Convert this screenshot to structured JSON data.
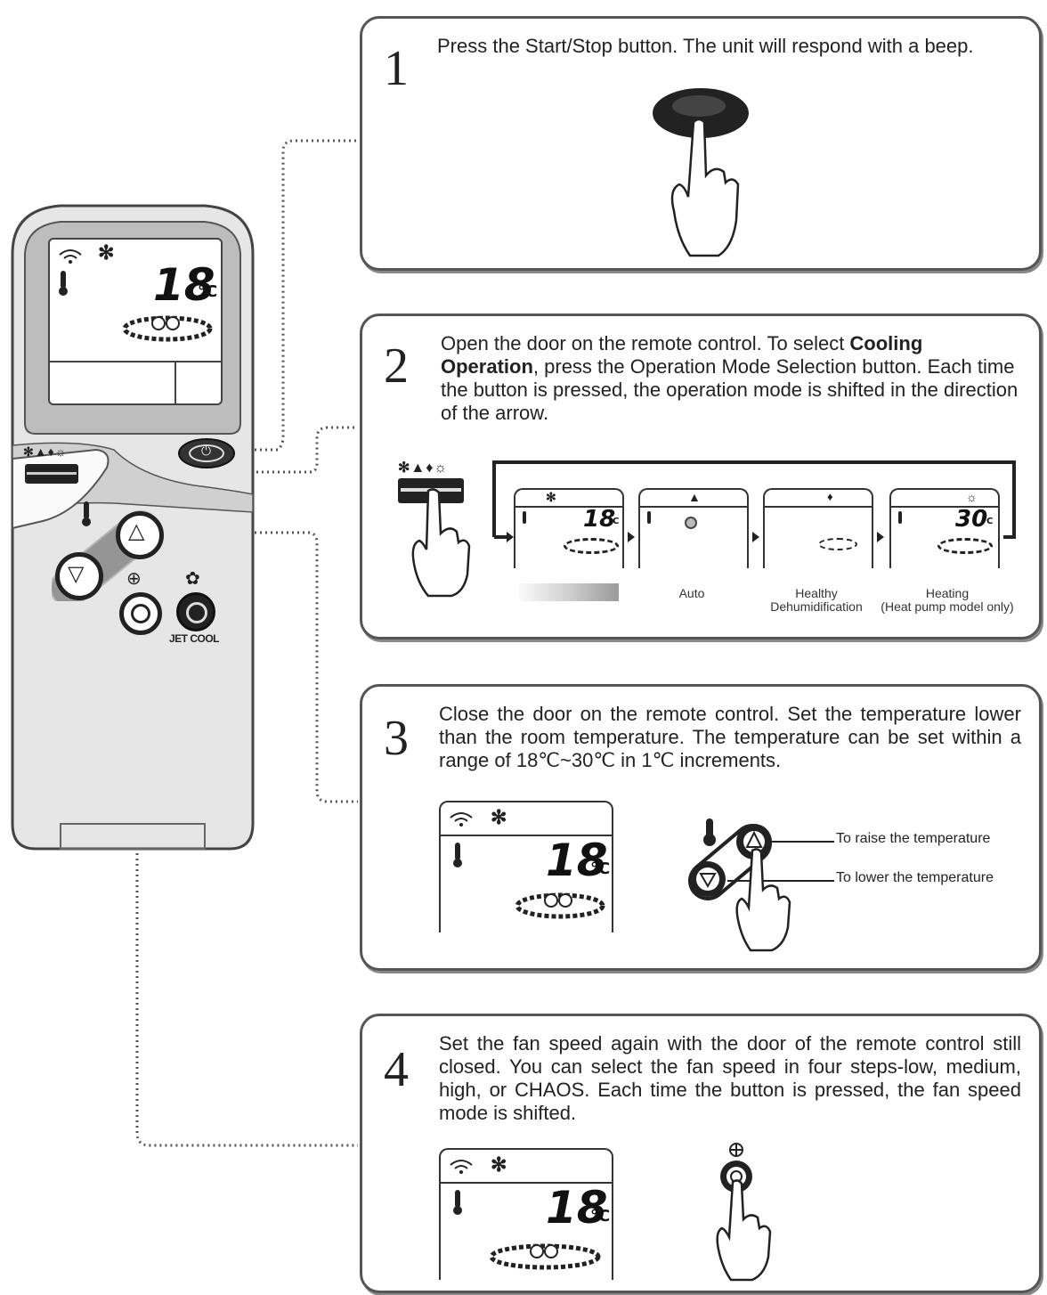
{
  "remote": {
    "display_temp": "18",
    "display_unit": "°C",
    "jet_cool_label": "JET COOL"
  },
  "step1": {
    "number": "1",
    "text": "Press the Start/Stop button. The unit will respond with a beep."
  },
  "step2": {
    "number": "2",
    "text_pre": "Open the door on the remote control. To select ",
    "text_bold1": "Cooling",
    "text_bold2": "Operation",
    "text_post": ", press the Operation Mode Selection button. Each time the button is pressed, the operation mode is shifted in the direction of the arrow.",
    "modes": [
      {
        "temp": "18",
        "unit": "°C",
        "caption": ""
      },
      {
        "temp": "",
        "unit": "",
        "caption": "Auto"
      },
      {
        "temp": "",
        "unit": "",
        "caption_line1": "Healthy",
        "caption_line2": "Dehumidification"
      },
      {
        "temp": "30",
        "unit": "°C",
        "caption_line1": "Heating",
        "caption_line2": "(Heat pump model only)"
      }
    ]
  },
  "step3": {
    "number": "3",
    "text": "Close the door on the remote control. Set the temperature lower than the room temperature. The temperature can be set within a range of 18℃~30℃ in 1℃ increments.",
    "display_temp": "18",
    "display_unit": "°C",
    "raise_label": "To raise the temperature",
    "lower_label": "To lower the temperature"
  },
  "step4": {
    "number": "4",
    "text": "Set the fan speed again with the door of the remote control still closed. You can select the fan speed in four steps-low, medium, high, or CHAOS. Each time the button is pressed, the fan speed mode is shifted.",
    "display_temp": "18",
    "display_unit": "°C"
  }
}
